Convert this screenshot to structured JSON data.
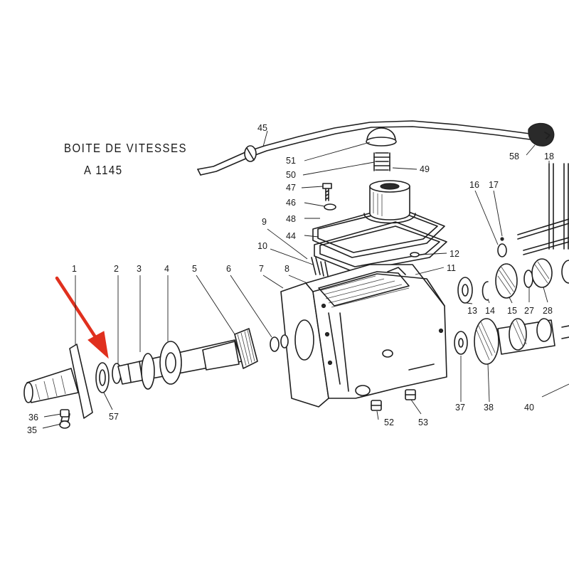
{
  "title_line1": "BOITE DE VITESSES",
  "title_line2": "A 1145",
  "accent_color": "#e0301e",
  "callouts": [
    {
      "id": "1",
      "text": "1"
    },
    {
      "id": "2",
      "text": "2"
    },
    {
      "id": "3",
      "text": "3"
    },
    {
      "id": "4",
      "text": "4"
    },
    {
      "id": "5",
      "text": "5"
    },
    {
      "id": "6",
      "text": "6"
    },
    {
      "id": "7",
      "text": "7"
    },
    {
      "id": "8",
      "text": "8"
    },
    {
      "id": "9",
      "text": "9"
    },
    {
      "id": "10",
      "text": "10"
    },
    {
      "id": "11",
      "text": "11"
    },
    {
      "id": "12",
      "text": "12"
    },
    {
      "id": "13",
      "text": "13"
    },
    {
      "id": "14",
      "text": "14"
    },
    {
      "id": "15",
      "text": "15"
    },
    {
      "id": "16",
      "text": "16"
    },
    {
      "id": "17",
      "text": "17"
    },
    {
      "id": "18",
      "text": "18"
    },
    {
      "id": "27",
      "text": "27"
    },
    {
      "id": "28",
      "text": "28"
    },
    {
      "id": "35",
      "text": "35"
    },
    {
      "id": "36",
      "text": "36"
    },
    {
      "id": "37",
      "text": "37"
    },
    {
      "id": "38",
      "text": "38"
    },
    {
      "id": "40",
      "text": "40"
    },
    {
      "id": "44",
      "text": "44"
    },
    {
      "id": "45",
      "text": "45"
    },
    {
      "id": "46",
      "text": "46"
    },
    {
      "id": "47",
      "text": "47"
    },
    {
      "id": "48",
      "text": "48"
    },
    {
      "id": "49",
      "text": "49"
    },
    {
      "id": "50",
      "text": "50"
    },
    {
      "id": "51",
      "text": "51"
    },
    {
      "id": "52",
      "text": "52"
    },
    {
      "id": "53",
      "text": "53"
    },
    {
      "id": "57",
      "text": "57"
    },
    {
      "id": "58",
      "text": "58"
    }
  ]
}
